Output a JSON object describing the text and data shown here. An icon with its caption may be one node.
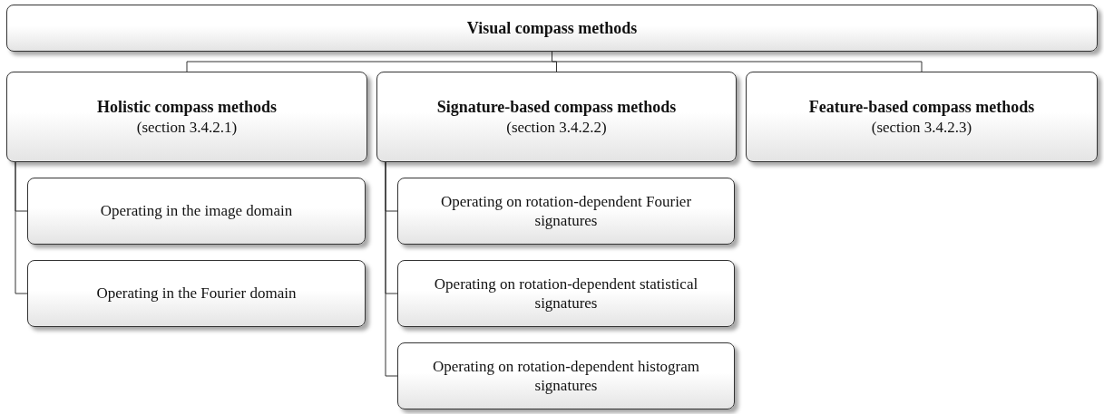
{
  "diagram": {
    "nodes": [
      {
        "text": [
          "Visual compass methods"
        ]
      },
      {
        "text": [
          "Holistic compass methods",
          "(section 3.4.2.1)"
        ]
      },
      {
        "text": [
          "Signature-based compass methods",
          "(section 3.4.2.2)"
        ]
      },
      {
        "text": [
          "Feature-based compass methods",
          "(section 3.4.2.3)"
        ]
      },
      {
        "text": [
          "Operating in the image domain"
        ]
      },
      {
        "text": [
          "Operating in the Fourier domain"
        ]
      },
      {
        "text": [
          "Operating on rotation-dependent Fourier signatures"
        ]
      },
      {
        "text": [
          "Operating on rotation-dependent statistical signatures"
        ]
      },
      {
        "text": [
          "Operating on rotation-dependent histogram signatures"
        ]
      }
    ],
    "edges": [
      {
        "from": 0,
        "to": 1,
        "arrow": "none"
      },
      {
        "from": 0,
        "to": 2,
        "arrow": "none"
      },
      {
        "from": 0,
        "to": 3,
        "arrow": "none"
      },
      {
        "from": 1,
        "to": 4,
        "arrow": "none"
      },
      {
        "from": 1,
        "to": 5,
        "arrow": "none"
      },
      {
        "from": 2,
        "to": 6,
        "arrow": "none"
      },
      {
        "from": 2,
        "to": 7,
        "arrow": "none"
      },
      {
        "from": 2,
        "to": 8,
        "arrow": "none"
      }
    ]
  }
}
